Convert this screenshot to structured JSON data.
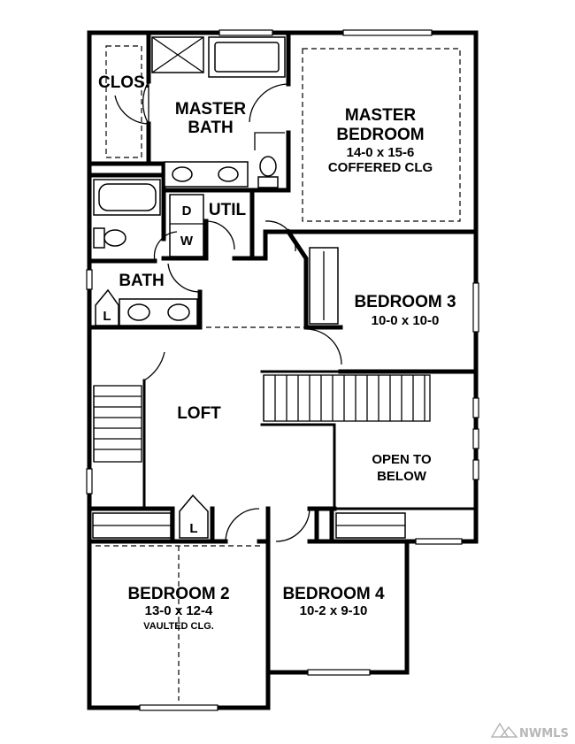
{
  "rooms": {
    "closet": {
      "name": "CLOS."
    },
    "master_bath": {
      "line1": "MASTER",
      "line2": "BATH"
    },
    "master_bedroom": {
      "line1": "MASTER",
      "line2": "BEDROOM",
      "size": "14-0 x 15-6",
      "note": "COFFERED CLG"
    },
    "utility": {
      "name": "UTIL",
      "washer": "W",
      "dryer": "D"
    },
    "bath": {
      "name": "BATH",
      "linen": "L"
    },
    "bedroom3": {
      "name": "BEDROOM 3",
      "size": "10-0 x 10-0"
    },
    "loft": {
      "name": "LOFT",
      "linen": "L"
    },
    "open_to_below": {
      "line1": "OPEN TO",
      "line2": "BELOW"
    },
    "bedroom2": {
      "name": "BEDROOM 2",
      "size": "13-0 x 12-4",
      "note": "VAULTED CLG."
    },
    "bedroom4": {
      "name": "BEDROOM 4",
      "size": "10-2 x 9-10"
    }
  },
  "watermark": "NWMLS"
}
